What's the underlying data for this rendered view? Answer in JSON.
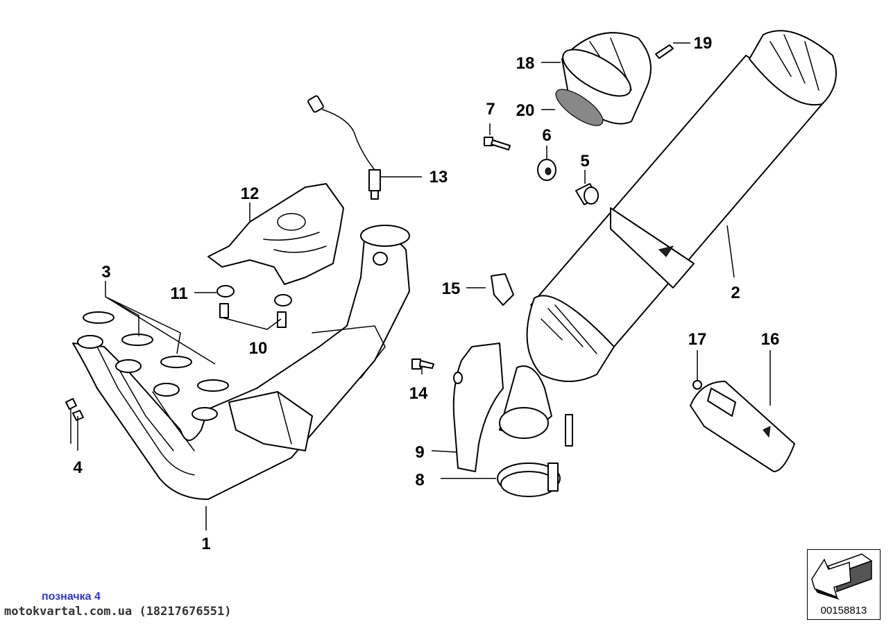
{
  "diagram": {
    "callouts": [
      "1",
      "2",
      "3",
      "4",
      "5",
      "6",
      "7",
      "8",
      "9",
      "10",
      "11",
      "12",
      "13",
      "14",
      "15",
      "16",
      "17",
      "18",
      "19",
      "20"
    ]
  },
  "watermark": {
    "label": "позначка 4",
    "site": "motokvartal.com.ua (18217676551)"
  },
  "reference": {
    "number": "00158813",
    "icon": "arrow-icon"
  }
}
